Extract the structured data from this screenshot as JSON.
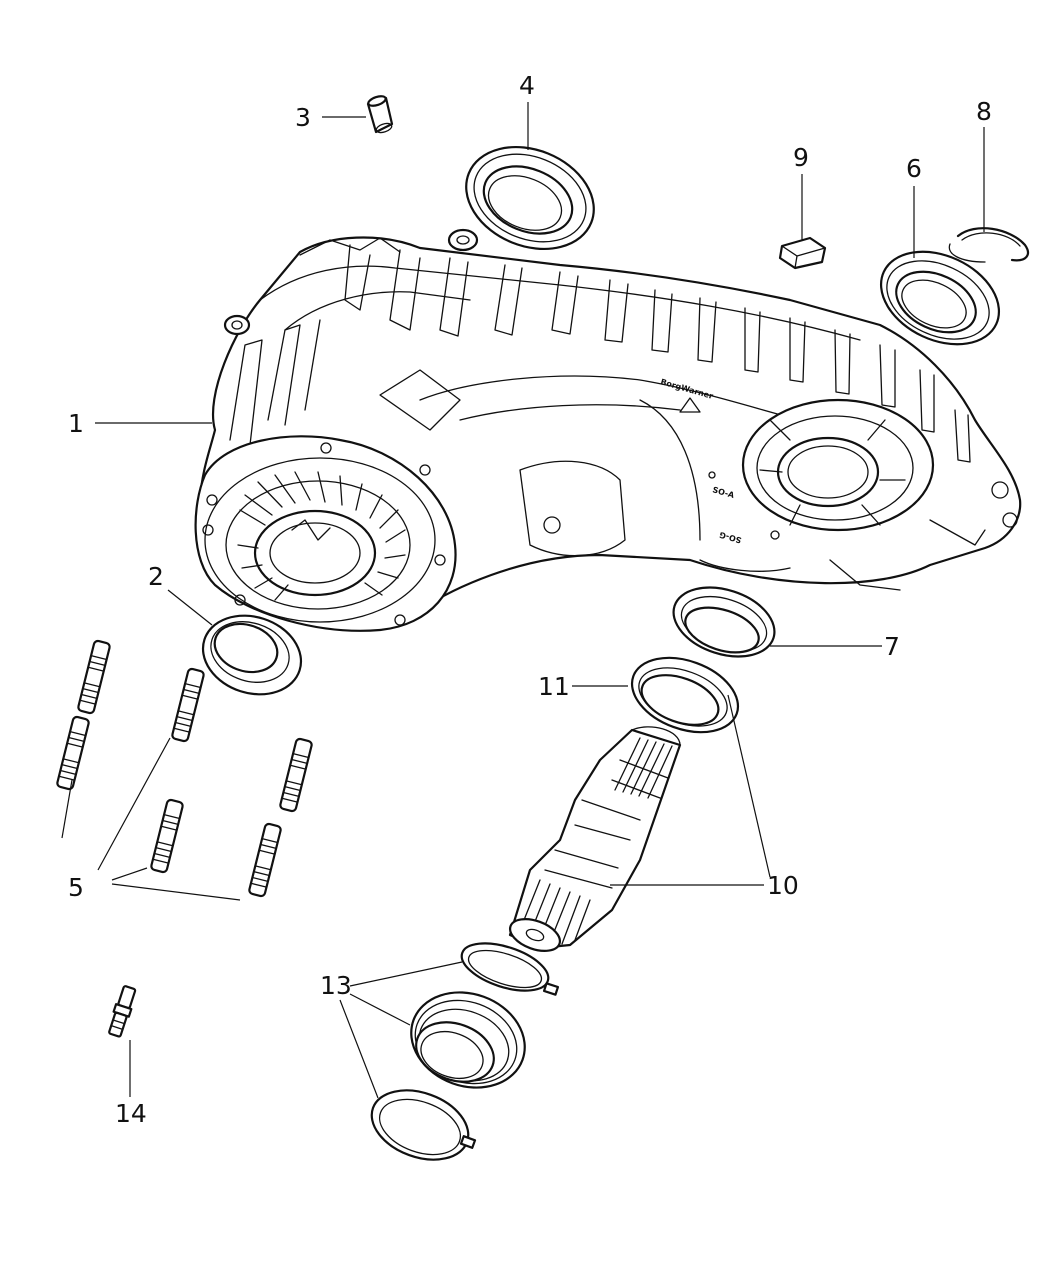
{
  "callouts": {
    "c1": "1",
    "c2": "2",
    "c3": "3",
    "c4": "4",
    "c5": "5",
    "c6": "6",
    "c7": "7",
    "c8": "8",
    "c9": "9",
    "c10": "10",
    "c11": "11",
    "c13": "13",
    "c14": "14"
  },
  "housing_marking": {
    "brand": "BorgWarner",
    "code_a": "SO-A",
    "code_b": "SO-G"
  },
  "colors": {
    "line": "#111111",
    "background": "#ffffff"
  }
}
